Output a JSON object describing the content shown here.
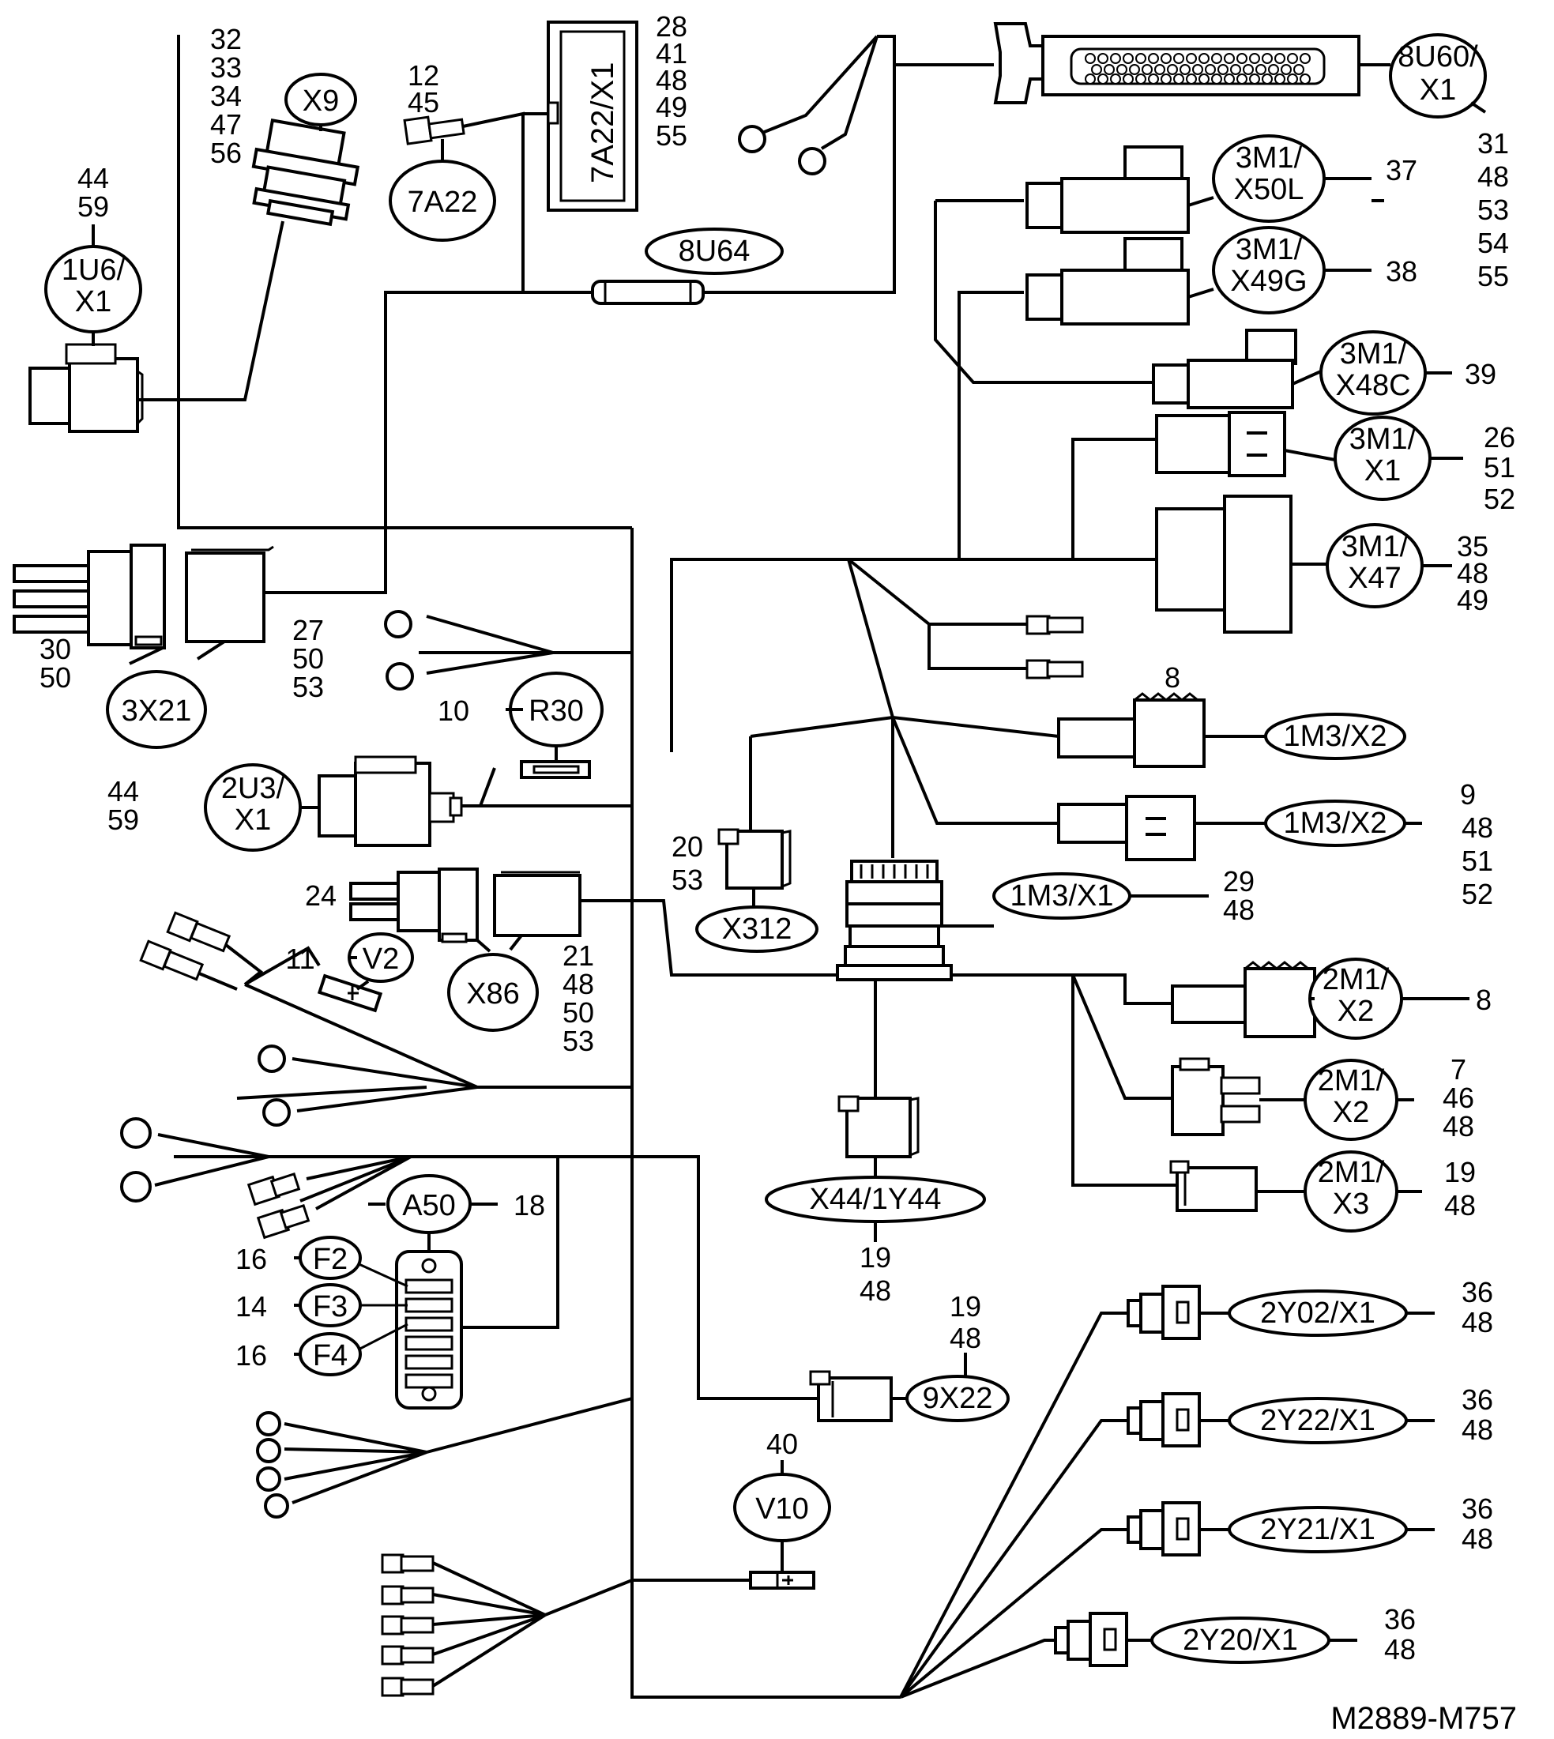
{
  "drawing_number": "M2889-M757",
  "labels": {
    "c_8U60_X1": [
      "8U60/",
      "X1"
    ],
    "c_3M1_X50L": [
      "3M1/",
      "X50L"
    ],
    "c_3M1_X49G": [
      "3M1/",
      "X49G"
    ],
    "c_3M1_X48C": [
      "3M1/",
      "X48C"
    ],
    "c_3M1_X1": [
      "3M1/",
      "X1"
    ],
    "c_3M1_X47": [
      "3M1/",
      "X47"
    ],
    "c_X9": [
      "X9"
    ],
    "c_1U6_X1": [
      "1U6/",
      "X1"
    ],
    "c_7A22": [
      "7A22"
    ],
    "c_7A22_X1": [
      "7A22/X1"
    ],
    "c_8U64": [
      "8U64"
    ],
    "c_3X21": [
      "3X21"
    ],
    "c_R30": [
      "R30"
    ],
    "c_2U3_X1": [
      "2U3/",
      "X1"
    ],
    "c_V2": [
      "V2"
    ],
    "c_X86": [
      "X86"
    ],
    "c_A50": [
      "A50"
    ],
    "c_F2": [
      "F2"
    ],
    "c_F3": [
      "F3"
    ],
    "c_F4": [
      "F4"
    ],
    "c_X312": [
      "X312"
    ],
    "c_1M3_X2a": [
      "1M3/X2"
    ],
    "c_1M3_X2b": [
      "1M3/X2"
    ],
    "c_1M3_X1": [
      "1M3/X1"
    ],
    "c_2M1_X2a": [
      "2M1/",
      "X2"
    ],
    "c_2M1_X2b": [
      "2M1/",
      "X2"
    ],
    "c_2M1_X3": [
      "2M1/",
      "X3"
    ],
    "c_X44_1Y44": [
      "X44/1Y44"
    ],
    "c_9X22": [
      "9X22"
    ],
    "c_V10": [
      "V10"
    ],
    "c_2Y02_X1": [
      "2Y02/X1"
    ],
    "c_2Y22_X1": [
      "2Y22/X1"
    ],
    "c_2Y21_X1": [
      "2Y21/X1"
    ],
    "c_2Y20_X1": [
      "2Y20/X1"
    ]
  },
  "refs": {
    "r_X9": [
      "32",
      "33",
      "34",
      "47",
      "56"
    ],
    "r_1U6": [
      "44",
      "59"
    ],
    "r_7A22": [
      "12",
      "45"
    ],
    "r_7A22X1": [
      "28",
      "41",
      "48",
      "49",
      "55"
    ],
    "r_8U60": [
      "31",
      "48",
      "53",
      "54",
      "55"
    ],
    "r_X50L": [
      "37"
    ],
    "r_X49G": [
      "38"
    ],
    "r_X48C": [
      "39"
    ],
    "r_3M1X1": [
      "26",
      "51",
      "52"
    ],
    "r_X47": [
      "35",
      "48",
      "49"
    ],
    "r_3X21a": [
      "30",
      "50"
    ],
    "r_3X21b": [
      "27",
      "50",
      "53"
    ],
    "r_R30": [
      "10"
    ],
    "r_2U3": [
      "44",
      "59"
    ],
    "r_1M3X2top": [
      "8"
    ],
    "r_1M3X2b": [
      "9",
      "48",
      "51",
      "52"
    ],
    "r_X312": [
      "20",
      "53"
    ],
    "r_1M3X1": [
      "29",
      "48"
    ],
    "r_X86a": [
      "24"
    ],
    "r_X86b": [
      "21",
      "48",
      "50",
      "53"
    ],
    "r_V2": [
      "11"
    ],
    "r_2M1X2a": [
      "8"
    ],
    "r_2M1X2b": [
      "7",
      "46",
      "48"
    ],
    "r_2M1X3": [
      "19",
      "48"
    ],
    "r_X44": [
      "19",
      "48"
    ],
    "r_A50": [
      "18"
    ],
    "r_F2": [
      "16"
    ],
    "r_F3": [
      "14"
    ],
    "r_F4": [
      "16"
    ],
    "r_9X22": [
      "19",
      "48"
    ],
    "r_V10": [
      "40"
    ],
    "r_2Y02": [
      "36",
      "48"
    ],
    "r_2Y22": [
      "36",
      "48"
    ],
    "r_2Y21": [
      "36",
      "48"
    ],
    "r_2Y20": [
      "36",
      "48"
    ]
  }
}
